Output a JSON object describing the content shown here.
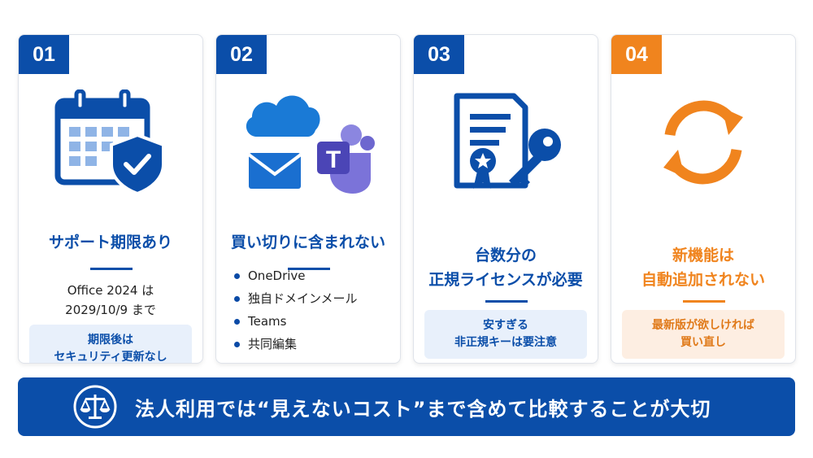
{
  "colors": {
    "blue": "#0b4ea9",
    "orange": "#f0841e",
    "lightblue": "#e8f0fb",
    "lightorange": "#fdeee2"
  },
  "cards": [
    {
      "num": "01",
      "icon": "calendar-shield-icon",
      "title_lines": [
        "サポート期限あり"
      ],
      "body_lines": [
        "Office 2024 は",
        "2029/10/9 まで"
      ],
      "note_lines": [
        "期限後は",
        "セキュリティ更新なし"
      ]
    },
    {
      "num": "02",
      "icon": "cloud-mail-teams-icon",
      "title_lines": [
        "買い切りに含まれない"
      ],
      "bullets": [
        "OneDrive",
        "独自ドメインメール",
        "Teams",
        "共同編集"
      ]
    },
    {
      "num": "03",
      "icon": "certificate-key-icon",
      "title_lines": [
        "台数分の",
        "正規ライセンスが必要"
      ],
      "note_lines": [
        "安すぎる",
        "非正規キーは要注意"
      ]
    },
    {
      "num": "04",
      "icon": "refresh-icon",
      "title_lines": [
        "新機能は",
        "自動追加されない"
      ],
      "note_lines": [
        "最新版が欲しければ",
        "買い直し"
      ]
    }
  ],
  "banner": {
    "icon": "scales-icon",
    "text": "法人利用では“見えないコスト”まで含めて比較することが大切"
  }
}
